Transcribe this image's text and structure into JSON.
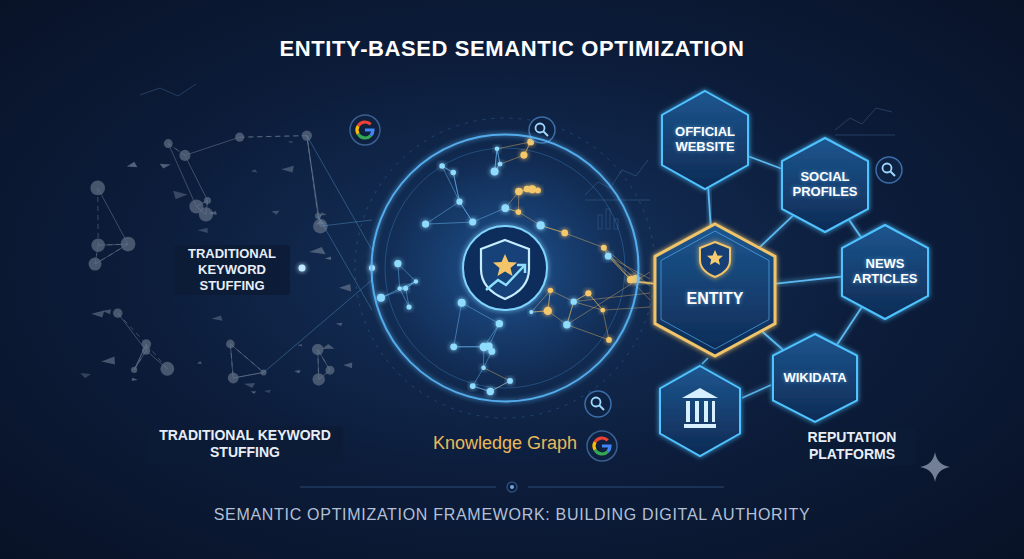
{
  "diagram": {
    "title": "ENTITY-BASED SEMANTIC OPTIMIZATION",
    "caption": "SEMANTIC OPTIMIZATION FRAMEWORK: BUILDING DIGITAL AUTHORITY",
    "nodes": [
      {
        "text": [
          "Knowledge Graph"
        ]
      },
      {
        "text": [
          "OFFICIAL WEBSITE"
        ]
      },
      {
        "text": [
          "SOCIAL PROFILES"
        ]
      },
      {
        "text": [
          "ENTITY"
        ]
      },
      {
        "text": [
          "NEWS ARTICLES"
        ]
      },
      {
        "text": [
          "WIKIDATA"
        ]
      }
    ],
    "edges": [
      {
        "from": 0,
        "to": 3,
        "arrow": "none"
      },
      {
        "from": 3,
        "to": 1,
        "arrow": "none"
      },
      {
        "from": 3,
        "to": 2,
        "arrow": "none"
      },
      {
        "from": 3,
        "to": 4,
        "arrow": "none"
      },
      {
        "from": 3,
        "to": 5,
        "arrow": "none"
      },
      {
        "from": 1,
        "to": 2,
        "arrow": "none"
      },
      {
        "from": 2,
        "to": 4,
        "arrow": "none"
      },
      {
        "from": 4,
        "to": 5,
        "arrow": "none"
      }
    ],
    "labels": [
      "TRADITIONAL KEYWORD STUFFING",
      "TRADITIONAL KEYWORD STUFFING",
      "REPUTATION PLATFORMS"
    ]
  }
}
